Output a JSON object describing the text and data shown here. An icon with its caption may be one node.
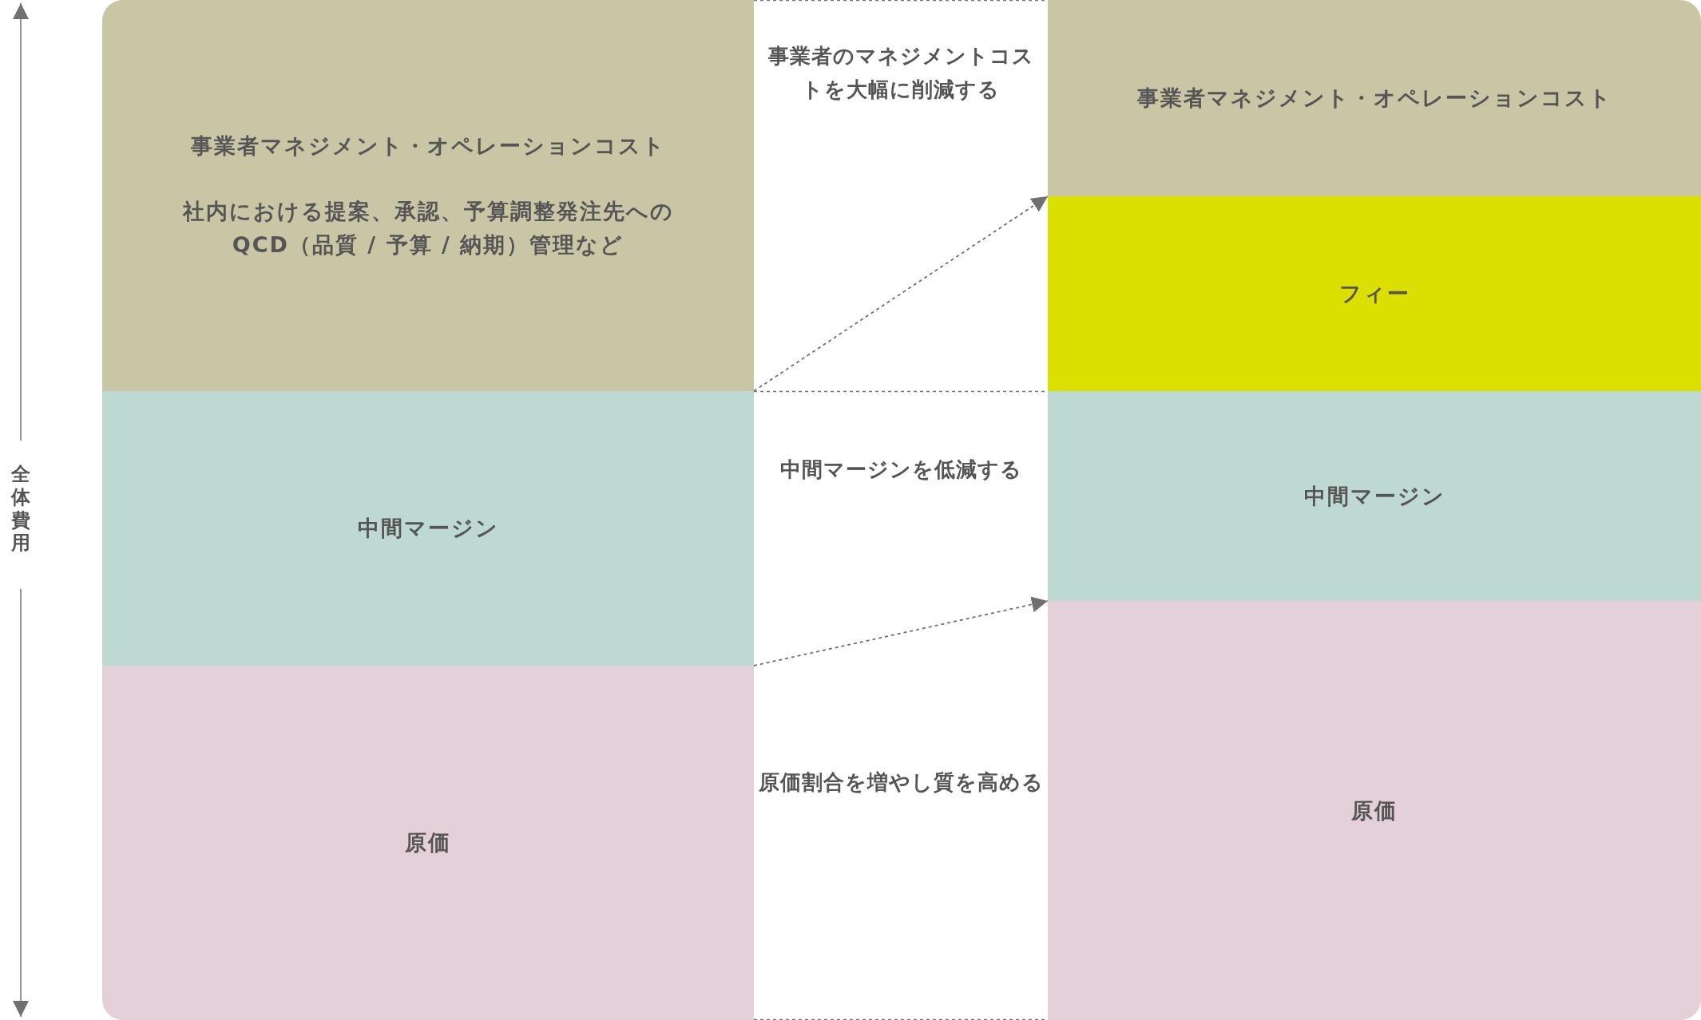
{
  "diagram": {
    "nodes": [
      {
        "text": [
          "事業者マネジメント・オペレーションコスト",
          "社内における提案、承認、予算調整発注先への QCD（品質 / 予算 / 納期）管理など"
        ]
      },
      {
        "text": [
          "中間マージン"
        ]
      },
      {
        "text": [
          "原価"
        ]
      },
      {
        "text": [
          "事業者マネジメント・オペレーションコスト"
        ]
      },
      {
        "text": [
          "フィー"
        ]
      },
      {
        "text": [
          "中間マージン"
        ]
      },
      {
        "text": [
          "原価"
        ]
      }
    ],
    "edges": [
      {
        "from": 0,
        "to": 4,
        "arrow": "to",
        "style": "dashed"
      },
      {
        "from": 1,
        "to": 6,
        "arrow": "to",
        "style": "dashed"
      }
    ],
    "labels": [
      "全体費用",
      "事業者のマネジメントコストを大幅に削減する",
      "中間マージンを低減する",
      "原価割合を増やし質を高める"
    ]
  }
}
